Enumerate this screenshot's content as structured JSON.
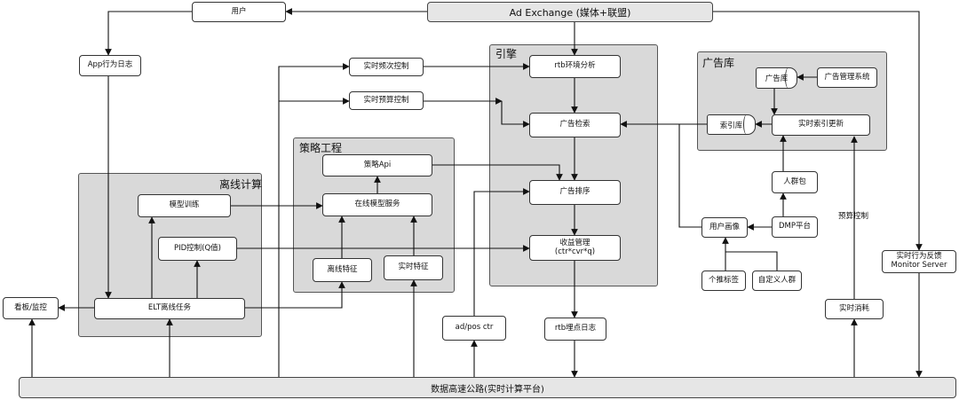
{
  "groups": {
    "offline": "离线计算",
    "strategy": "策略工程",
    "engine": "引擎",
    "adlib": "广告库"
  },
  "nodes": {
    "user": "用户",
    "ad_exchange": "Ad Exchange  (媒体+联盟)",
    "app_log": "App行为日志",
    "freq_ctrl": "实时频次控制",
    "budget_ctrl": "实时预算控制",
    "rtb_env": "rtb环境分析",
    "ad_retrieval": "广告检索",
    "ad_rank": "广告排序",
    "revenue_mgmt": "收益管理\n(ctr*cvr*q)",
    "strategy_api": "策略Api",
    "online_model": "在线模型服务",
    "offline_feat": "离线特征",
    "realtime_feat": "实时特征",
    "model_train": "模型训练",
    "pid_ctrl": "PID控制(Q值)",
    "elt_task": "ELT离线任务",
    "dashboard": "看板/监控",
    "ad_db": "广告库",
    "ad_mgmt": "广告管理系统",
    "index_db": "索引库",
    "index_update": "实时索引更新",
    "crowd_pack": "人群包",
    "dmp": "DMP平台",
    "user_profile": "用户画像",
    "personal_tags": "个推标签",
    "custom_crowd": "自定义人群",
    "monitor": "实时行为反馈\nMonitor Server",
    "realtime_consume": "实时消耗",
    "ad_pos_ctr": "ad/pos ctr",
    "rtb_log": "rtb埋点日志",
    "data_highway": "数据高速公路(实时计算平台)"
  },
  "edge_labels": {
    "budget_control": "预算控制"
  }
}
